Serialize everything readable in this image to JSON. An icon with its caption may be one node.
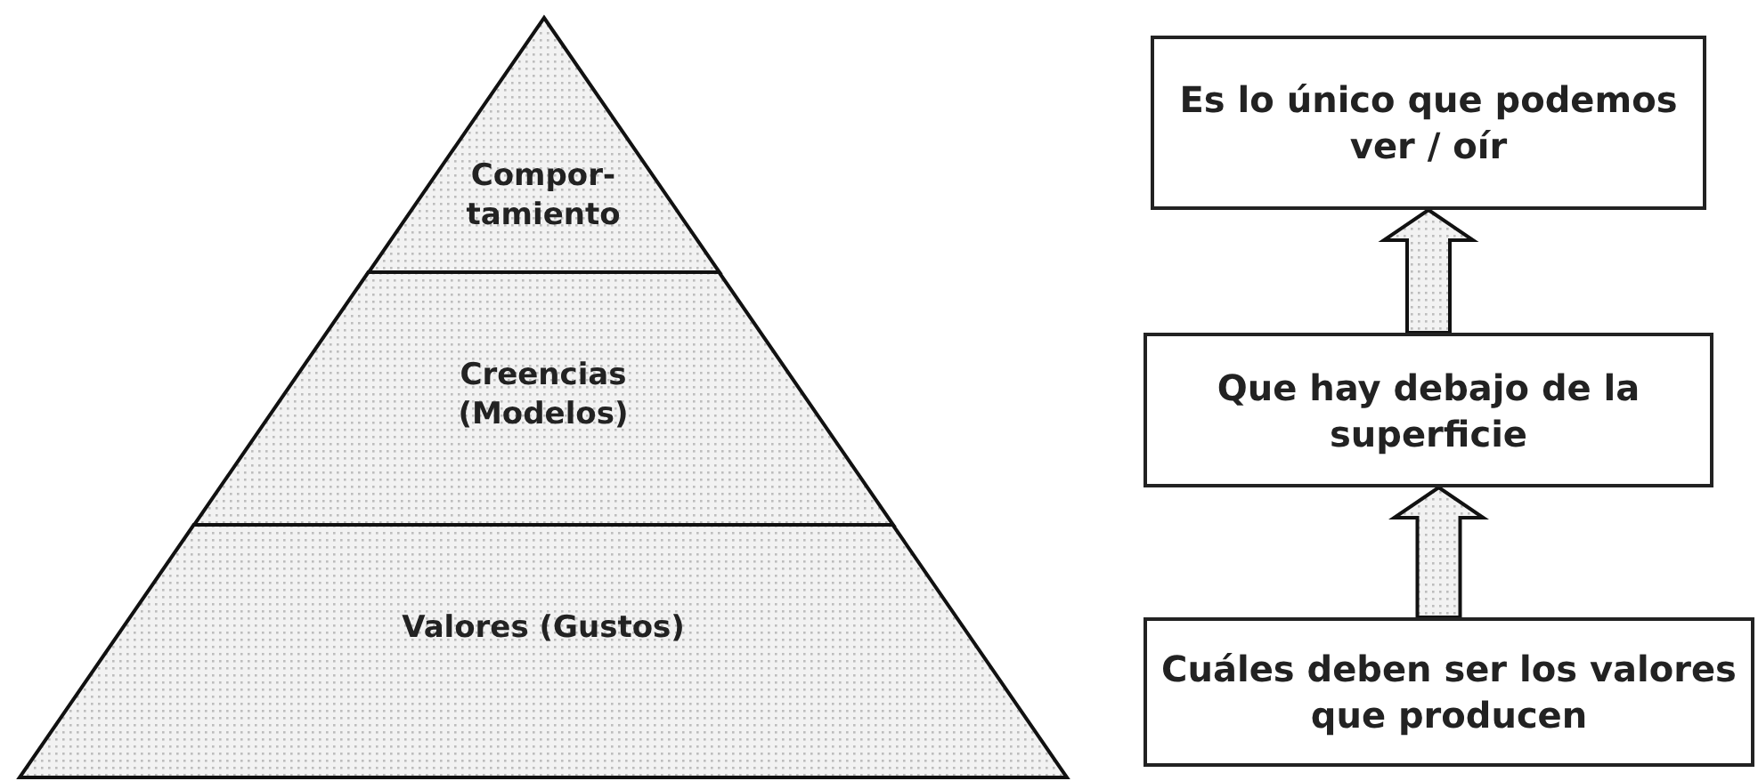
{
  "diagram": {
    "nodes": [
      {
        "text": [
          "Compor- tamiento"
        ]
      },
      {
        "text": [
          "Creencias (Modelos)"
        ]
      },
      {
        "text": [
          "Valores (Gustos)"
        ]
      },
      {
        "text": [
          "Es lo único que podemos ver / oír"
        ]
      },
      {
        "text": [
          "Que hay debajo de la superficie"
        ]
      },
      {
        "text": [
          "Cuáles deben ser los valores que producen"
        ]
      }
    ],
    "edges": [
      {
        "from": 4,
        "to": 3,
        "arrow": "to"
      },
      {
        "from": 5,
        "to": 4,
        "arrow": "to"
      }
    ]
  }
}
